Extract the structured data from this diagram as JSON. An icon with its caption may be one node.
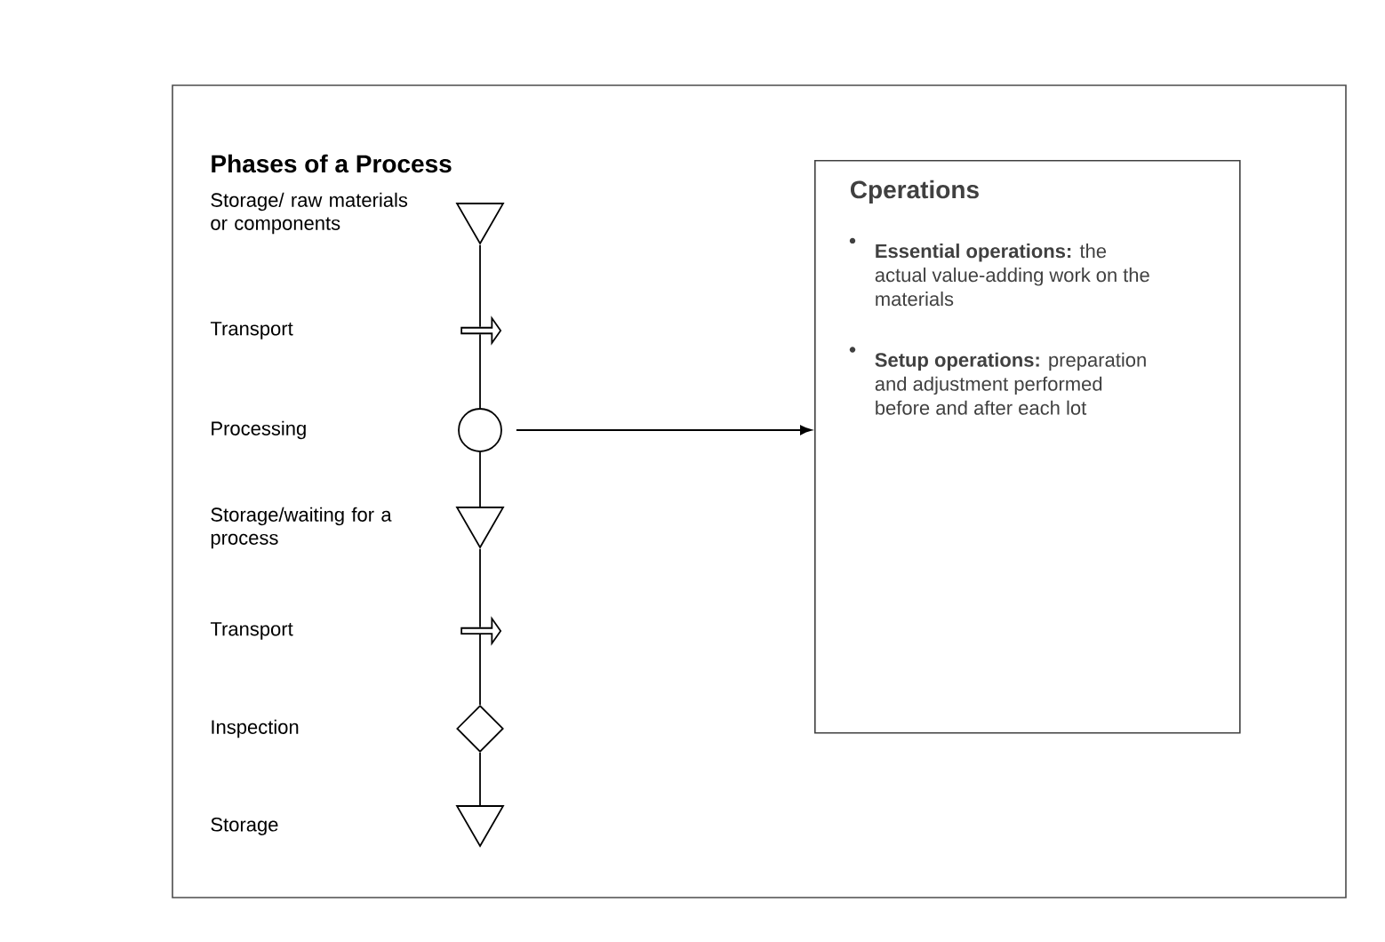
{
  "diagram": {
    "title": "Phases of a Process",
    "nodes": [
      {
        "text": [],
        "shape": "triangle"
      },
      {
        "text": [],
        "shape": "arrow"
      },
      {
        "text": [],
        "shape": "circle"
      },
      {
        "text": [],
        "shape": "triangle"
      },
      {
        "text": [],
        "shape": "arrow"
      },
      {
        "text": [],
        "shape": "diamond"
      },
      {
        "text": [],
        "shape": "triangle"
      },
      {
        "text": [
          "Cperations",
          "**Essential operations:** the actual value-adding work on the materials",
          "**Setup operations:** preparation and adjustment performed before and after each lot"
        ]
      }
    ],
    "edges": [
      {
        "from": 0,
        "to": 1,
        "arrow": "none"
      },
      {
        "from": 1,
        "to": 2,
        "arrow": "none"
      },
      {
        "from": 2,
        "to": 3,
        "arrow": "none"
      },
      {
        "from": 3,
        "to": 4,
        "arrow": "none"
      },
      {
        "from": 4,
        "to": 5,
        "arrow": "none"
      },
      {
        "from": 5,
        "to": 6,
        "arrow": "none"
      },
      {
        "from": 2,
        "to": 7,
        "arrow": "to"
      }
    ],
    "labels": [
      "Storage/ raw materials or components",
      "Transport",
      "Processing",
      "Storage/waiting for a process",
      "Transport",
      "Inspection",
      "Storage"
    ]
  }
}
